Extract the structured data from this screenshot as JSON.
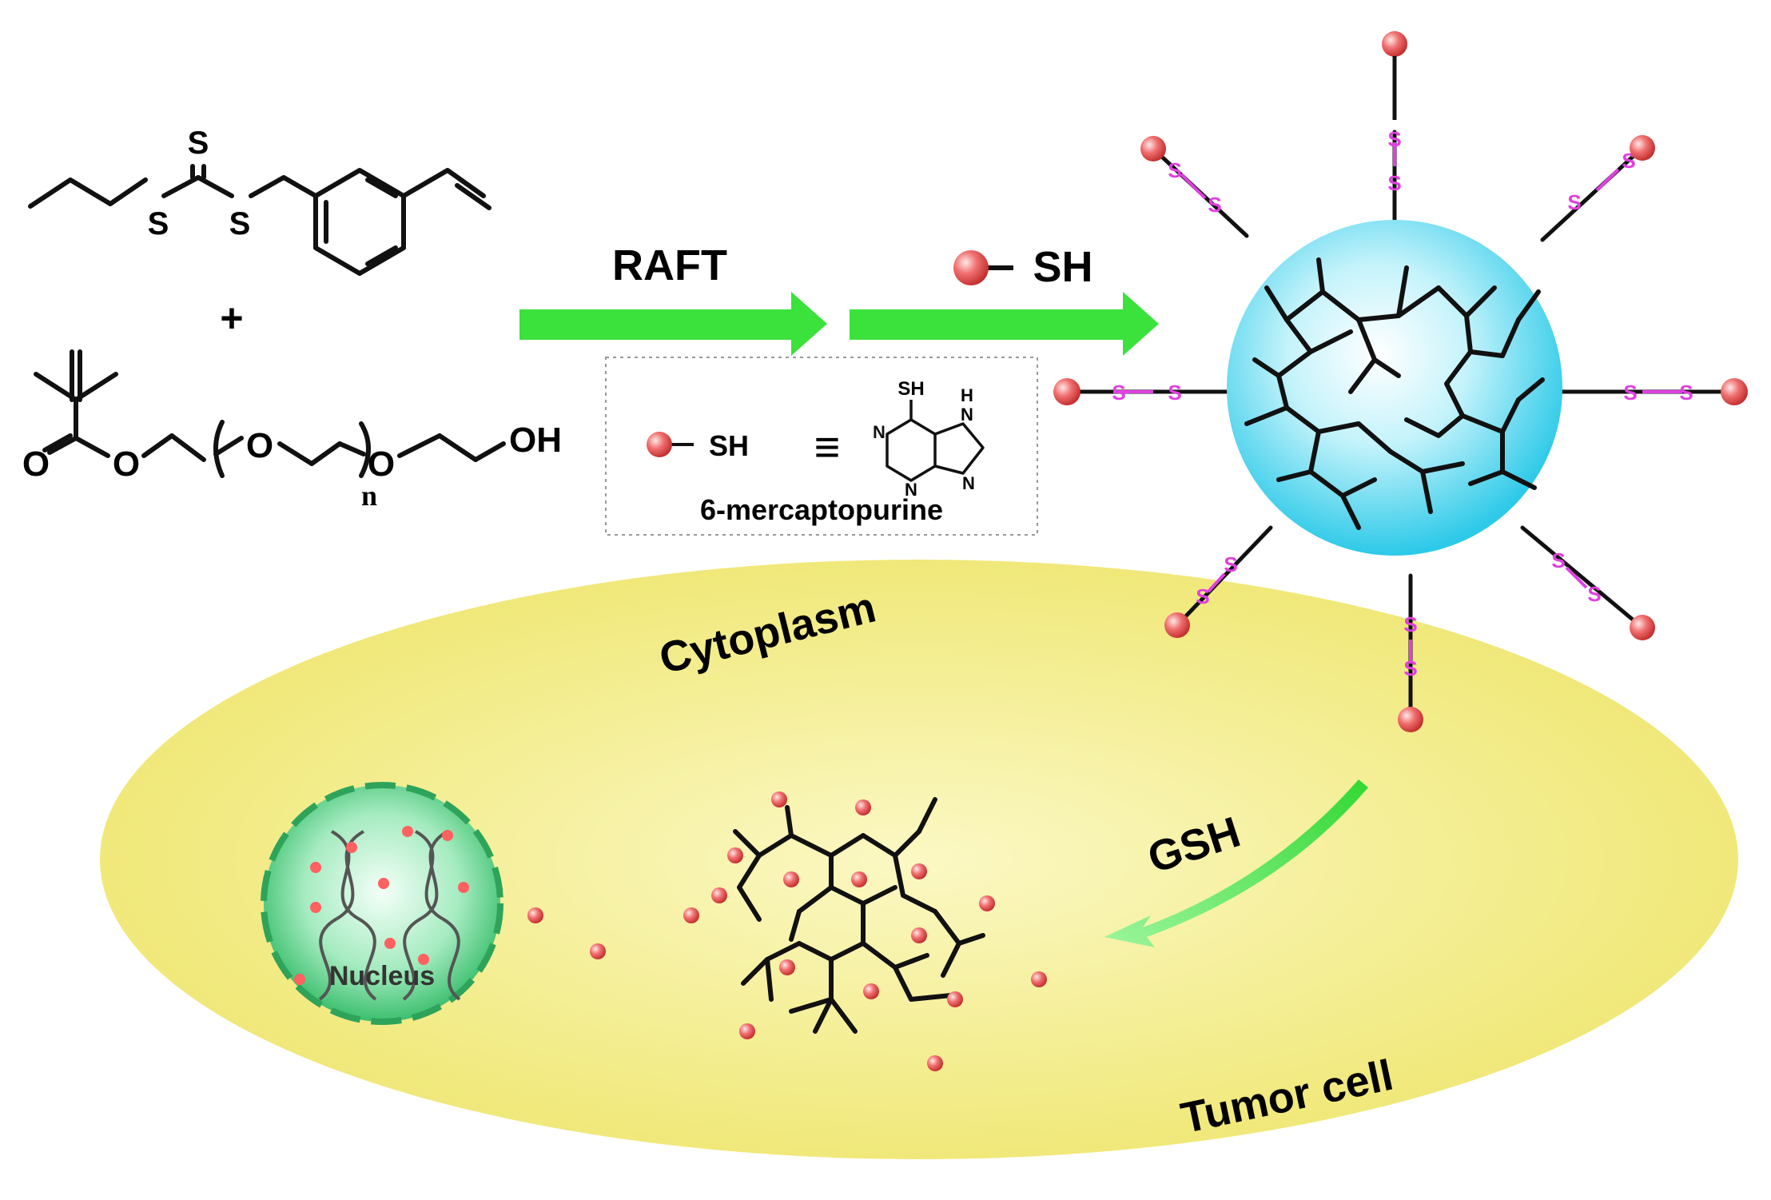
{
  "colors": {
    "arrow_green": "#3be23b",
    "cell_yellow": "#f4f08a",
    "nanoparticle_cyan": "#4fd7ee",
    "drug_red": "#f06060",
    "disulfide_magenta": "#e040e0",
    "nucleus_green": "#5ad08a"
  },
  "chemistry": {
    "cta_s_top": "S",
    "cta_s_left": "S",
    "cta_s_right": "S",
    "plus": "+",
    "monomer_o_carbonyl": "O",
    "monomer_o_ester": "O",
    "monomer_o_peg1": "O",
    "monomer_o_peg2": "O",
    "monomer_oh": "OH",
    "monomer_n": "n"
  },
  "steps": {
    "raft": "RAFT",
    "thiol_label": "SH"
  },
  "inset": {
    "thiol_label": "SH",
    "equiv": "≡",
    "purine_sh": "SH",
    "purine_n1": "N",
    "purine_n3": "N",
    "purine_n7": "N",
    "purine_n9": "N",
    "purine_h": "H",
    "caption": "6-mercaptopurine"
  },
  "nanoparticle": {
    "disulfide_s": "S"
  },
  "cell": {
    "cytoplasm_label": "Cytoplasm",
    "nucleus_label": "Nucleus",
    "gsh_label": "GSH",
    "tumor_label": "Tumor cell"
  }
}
